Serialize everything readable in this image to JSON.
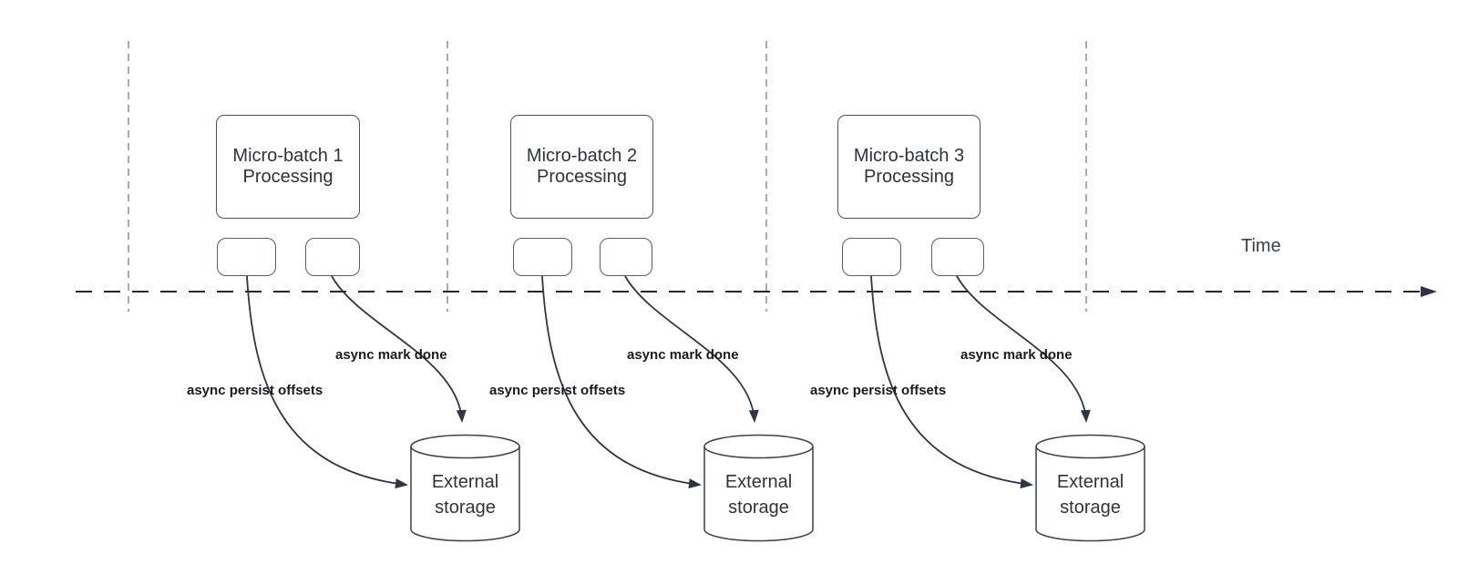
{
  "timeline": {
    "label": "Time"
  },
  "batches": [
    {
      "title_line1": "Micro-batch 1",
      "title_line2": "Processing",
      "persist_label": "async persist offsets",
      "mark_done_label": "async mark done",
      "storage_line1": "External",
      "storage_line2": "storage"
    },
    {
      "title_line1": "Micro-batch 2",
      "title_line2": "Processing",
      "persist_label": "async persist offsets",
      "mark_done_label": "async mark done",
      "storage_line1": "External",
      "storage_line2": "storage"
    },
    {
      "title_line1": "Micro-batch 3",
      "title_line2": "Processing",
      "persist_label": "async persist offsets",
      "mark_done_label": "async mark done",
      "storage_line1": "External",
      "storage_line2": "storage"
    }
  ],
  "colors": {
    "background": "#ffffff",
    "connector": "#2f3542",
    "guide_dash": "#a9abae",
    "box_border": "#4d545e",
    "title_text": "#2e333b",
    "label_text": "#191b1f",
    "axis_text": "#3a3f47"
  }
}
